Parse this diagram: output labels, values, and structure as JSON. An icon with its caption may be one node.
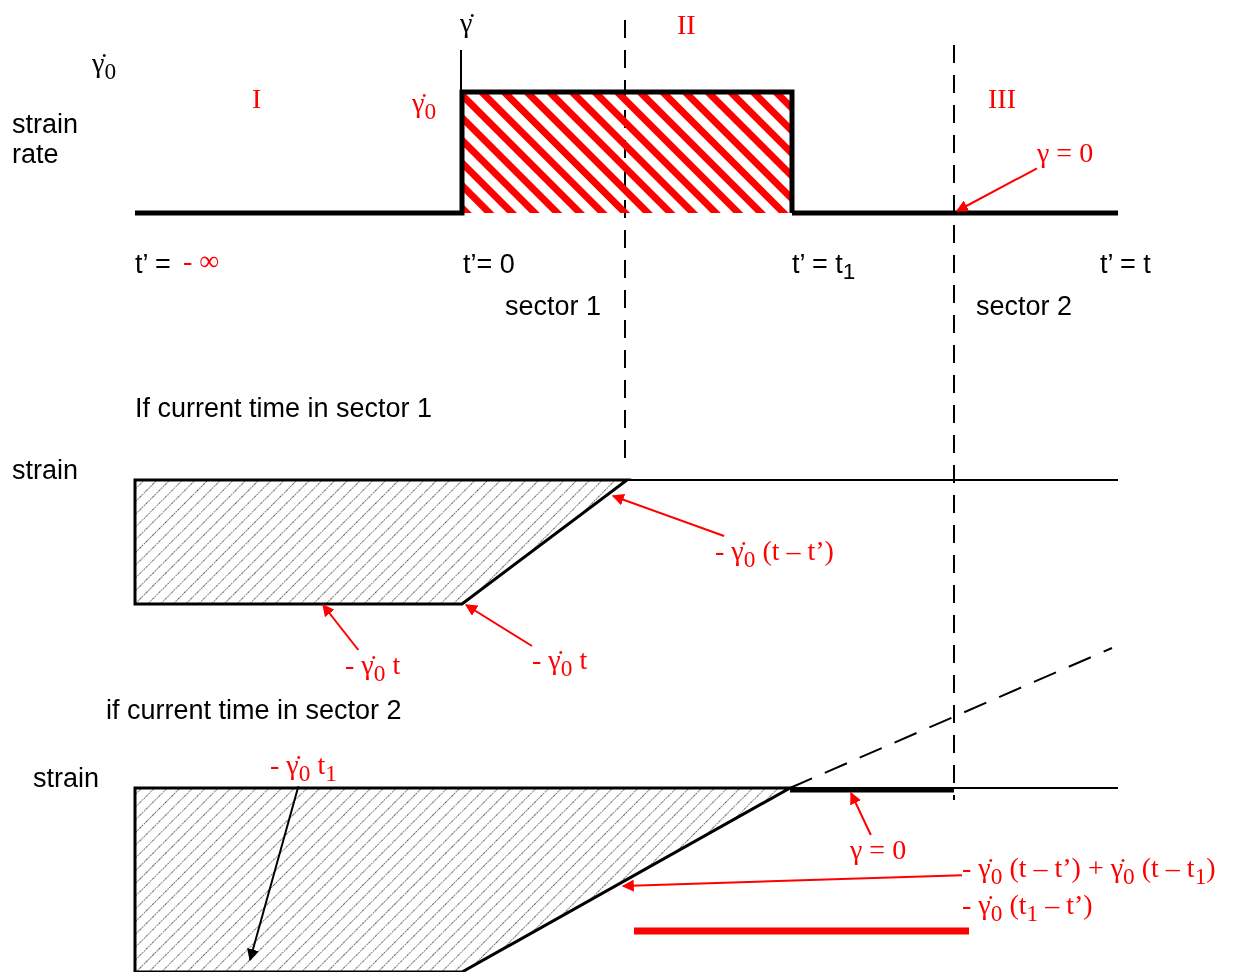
{
  "diagram": {
    "nodes": [
      {
        "text": [
          "γ = 0"
        ]
      },
      {
        "text": [
          "- γ̇$_{0}$ (t – t’)"
        ]
      },
      {
        "text": [
          "- γ̇$_{0}$ t"
        ]
      },
      {
        "text": [
          "- γ̇$_{0}$ t"
        ]
      },
      {
        "text": [
          "- γ̇$_{0}$ t$_{1}$"
        ]
      },
      {
        "text": [
          "γ = 0"
        ]
      },
      {
        "text": [
          "- γ̇$_{0}$ (t – t’) + γ̇$_{0}$ (t – t$_{1}$)"
        ]
      },
      {
        "text": [],
        "shape": "line"
      },
      {
        "text": [],
        "shape": "polygon"
      },
      {
        "text": [],
        "shape": "polygon"
      },
      {
        "text": [],
        "shape": "line"
      }
    ],
    "edges": [
      {
        "from": 0,
        "to": 7,
        "arrow": "to"
      },
      {
        "from": 1,
        "to": 8,
        "arrow": "to"
      },
      {
        "from": 2,
        "to": 8,
        "arrow": "to"
      },
      {
        "from": 3,
        "to": 8,
        "arrow": "to"
      },
      {
        "from": 4,
        "to": 9,
        "arrow": "to",
        "color": "#000000"
      },
      {
        "from": 5,
        "to": 10,
        "arrow": "to"
      },
      {
        "from": 6,
        "to": 9,
        "arrow": "to"
      }
    ],
    "labels": [
      "γ̇$_{0}$",
      "strain rate",
      "I",
      "γ̇",
      "γ̇$_{0}$",
      "II",
      "III",
      "t’ =",
      "- ∞",
      "t’= 0",
      "t’ = t$_{1}$",
      "t’ = t",
      "sector 1",
      "sector 2",
      "If current time in sector 1",
      "strain",
      "if current time in sector 2",
      "strain",
      "- γ̇$_{0}$ (t$_{1}$ – t’)"
    ]
  }
}
